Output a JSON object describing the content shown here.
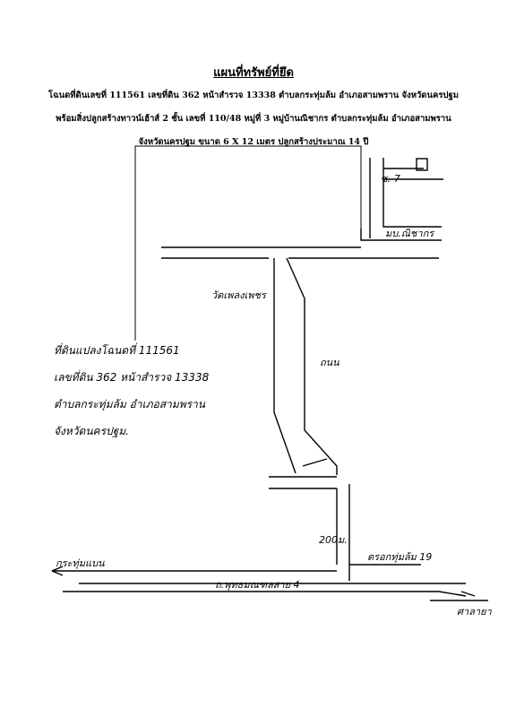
{
  "document": {
    "title": "แผนที่ทรัพย์ที่ยึด",
    "line1": "โฉนดที่ดินเลขที่  111561 เลขที่ดิน 362 หน้าสำรวจ 13338  ตำบลกระทุ่มล้ม  อำเภอสามพราน  จังหวัดนครปฐม",
    "line2": "พร้อมสิ่งปลูกสร้างทาวน์เฮ้าส์ 2 ชั้น  เลขที่ 110/48  หมู่ที่ 3  หมู่บ้านณิชากร  ตำบลกระทุ่มล้ม  อำเภอสามพราน",
    "line3": "จังหวัดนครปฐม    ขนาด 6 X 12  เมตร  ปลูกสร้างประมาณ  14  ปี"
  },
  "map": {
    "soi_label": "ซ.-7",
    "village_label": "มบ.ณิชากร",
    "temple_label": "วัดเพลงเพชร",
    "road_label": "ถนน",
    "distance_label": "200ม.",
    "alley_label": "ตรอกทุ่มล้ม 19",
    "left_destination": "กระทุ่มแบน",
    "highway_label": "ถ.พุทธมณฑลสาย 4",
    "right_destination": "ศาลายา"
  },
  "handwritten_note": {
    "line1": "ที่ดินแปลงโฉนดที่ 111561",
    "line2": "เลขที่ดิน 362  หน้าสำรวจ 13338",
    "line3": "ตำบลกระทุ่มล้ม  อำเภอสามพราน",
    "line4": "จังหวัดนครปฐม."
  }
}
